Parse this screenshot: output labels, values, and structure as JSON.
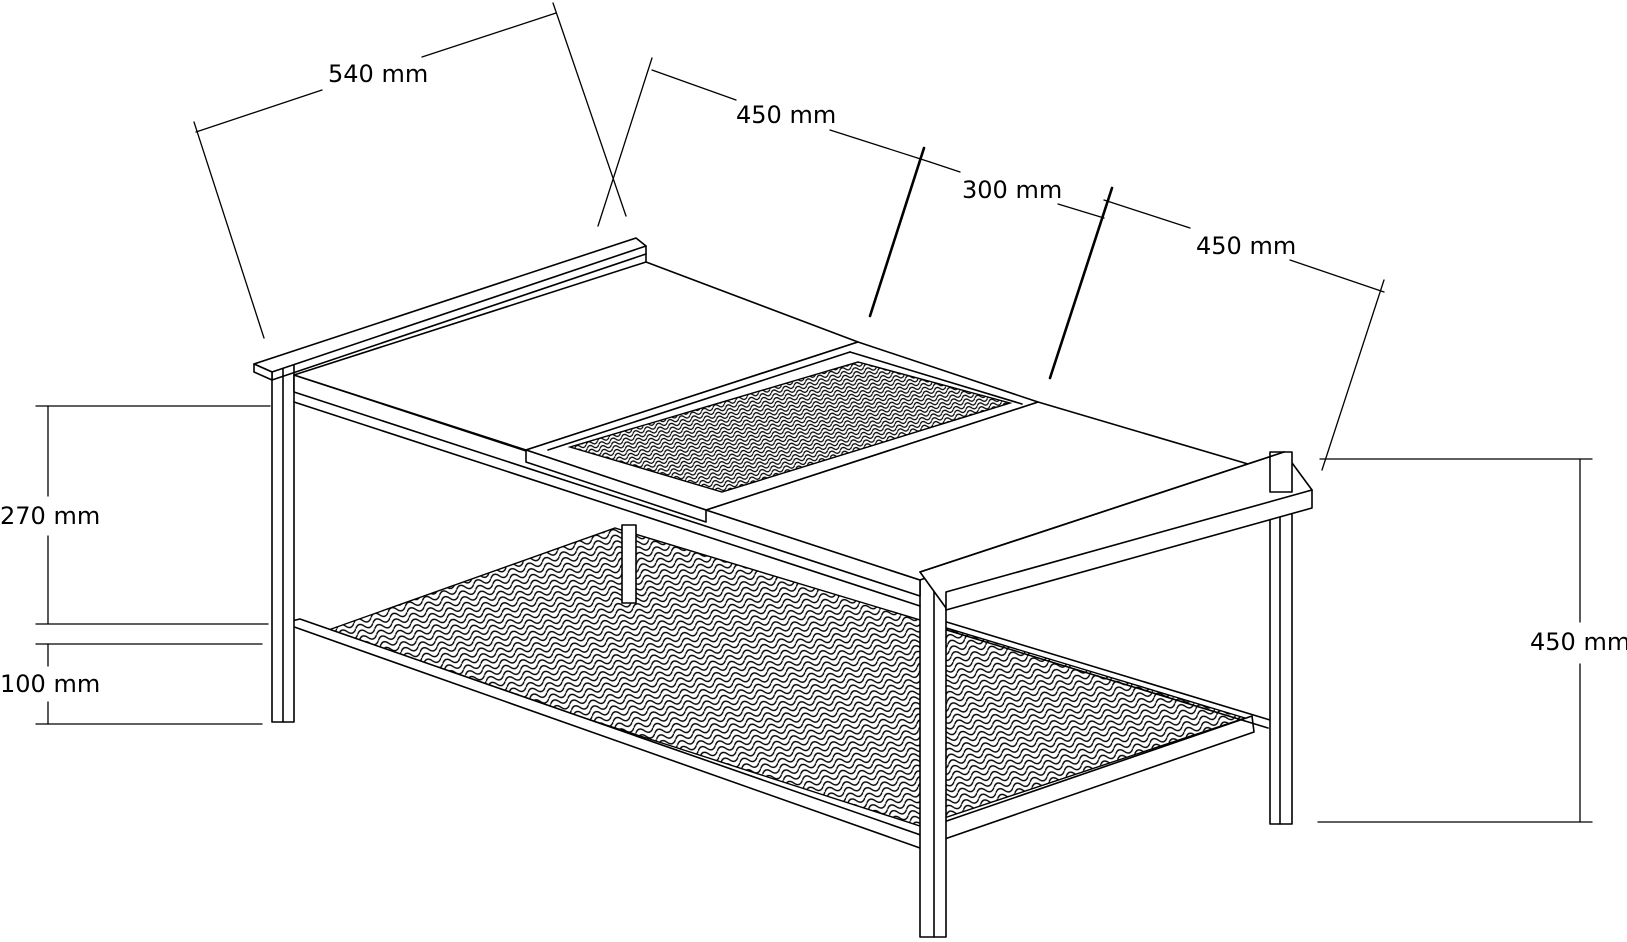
{
  "dimensions": {
    "depth_top": "540 mm",
    "width_left": "450 mm",
    "width_center": "300 mm",
    "width_right": "450 mm",
    "shelf_gap": "270 mm",
    "shelf_height": "100 mm",
    "total_height": "450 mm"
  },
  "colors": {
    "line": "#000000",
    "background": "#ffffff"
  }
}
